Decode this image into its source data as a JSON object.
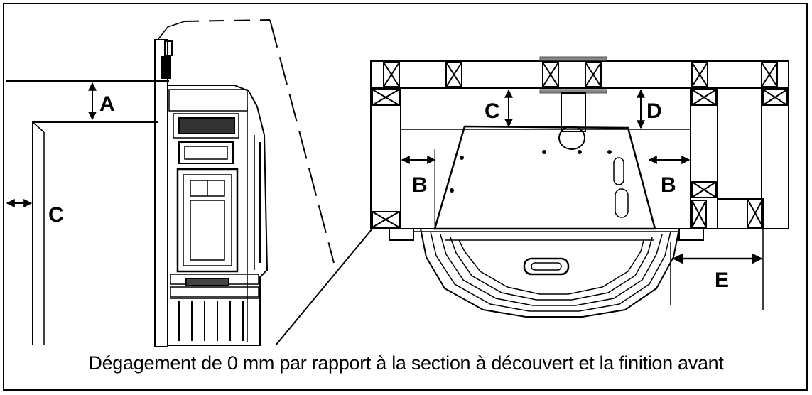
{
  "labels": {
    "a": "A",
    "c_left": "C",
    "c_plan": "C",
    "d": "D",
    "b_left": "B",
    "b_right": "B",
    "e": "E"
  },
  "caption": "Dégagement de 0 mm par rapport à la section à découvert et la finition avant",
  "colors": {
    "line": "#000000",
    "accent": "#888888",
    "background": "#ffffff"
  }
}
